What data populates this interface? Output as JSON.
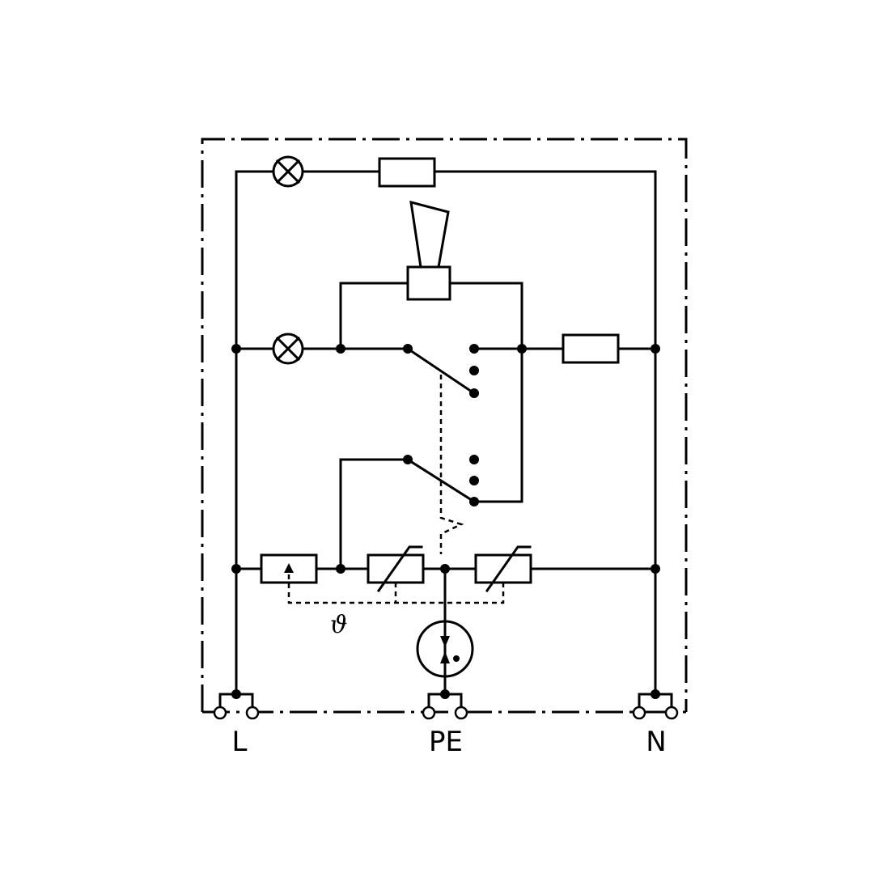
{
  "terminals": {
    "line": "L",
    "protective_earth": "PE",
    "neutral": "N"
  },
  "thermal_symbol": "ϑ"
}
